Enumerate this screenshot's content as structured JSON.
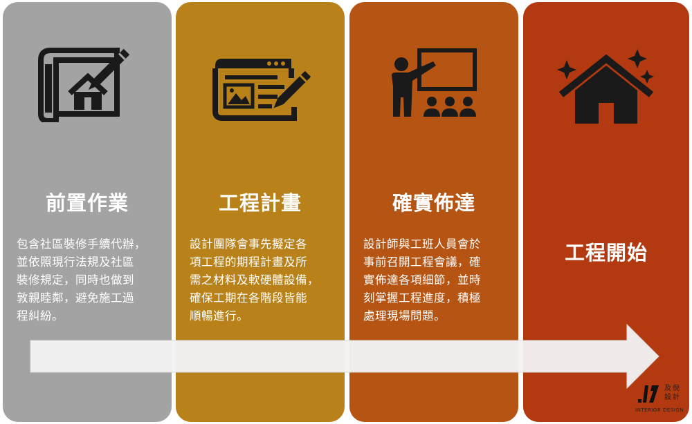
{
  "steps": [
    {
      "icon": "blueprint-house-pencil-icon",
      "title": "前置作業",
      "lines": [
        "包含社區裝修手續代辦，",
        "並依照現行法規及社區",
        "裝修規定，同時也做到",
        "敦親睦鄰，避免施工過",
        "程糾紛。"
      ],
      "color": "#a3a3a3"
    },
    {
      "icon": "web-plan-pencil-icon",
      "title": "工程計畫",
      "lines": [
        "設計團隊會事先擬定各",
        "項工程的期程計畫及所",
        "需之材料及軟硬體設備，",
        "確保工期在各階段皆能",
        "順暢進行。"
      ],
      "color": "#b8811a"
    },
    {
      "icon": "presenter-audience-icon",
      "title": "確實佈達",
      "lines": [
        "設計師與工班人員會於",
        "事前召開工程會議，確",
        "實佈達各項細節，並時",
        "刻掌握工程進度，積極",
        "處理現場問題。"
      ],
      "color": "#b55413"
    },
    {
      "icon": "sparkling-house-icon",
      "title": "工程開始",
      "lines": [],
      "color": "#b33a10"
    }
  ],
  "logo": {
    "cn_line1": "及倪",
    "cn_line2": "設計",
    "en": "INTERIOR DESIGN"
  }
}
